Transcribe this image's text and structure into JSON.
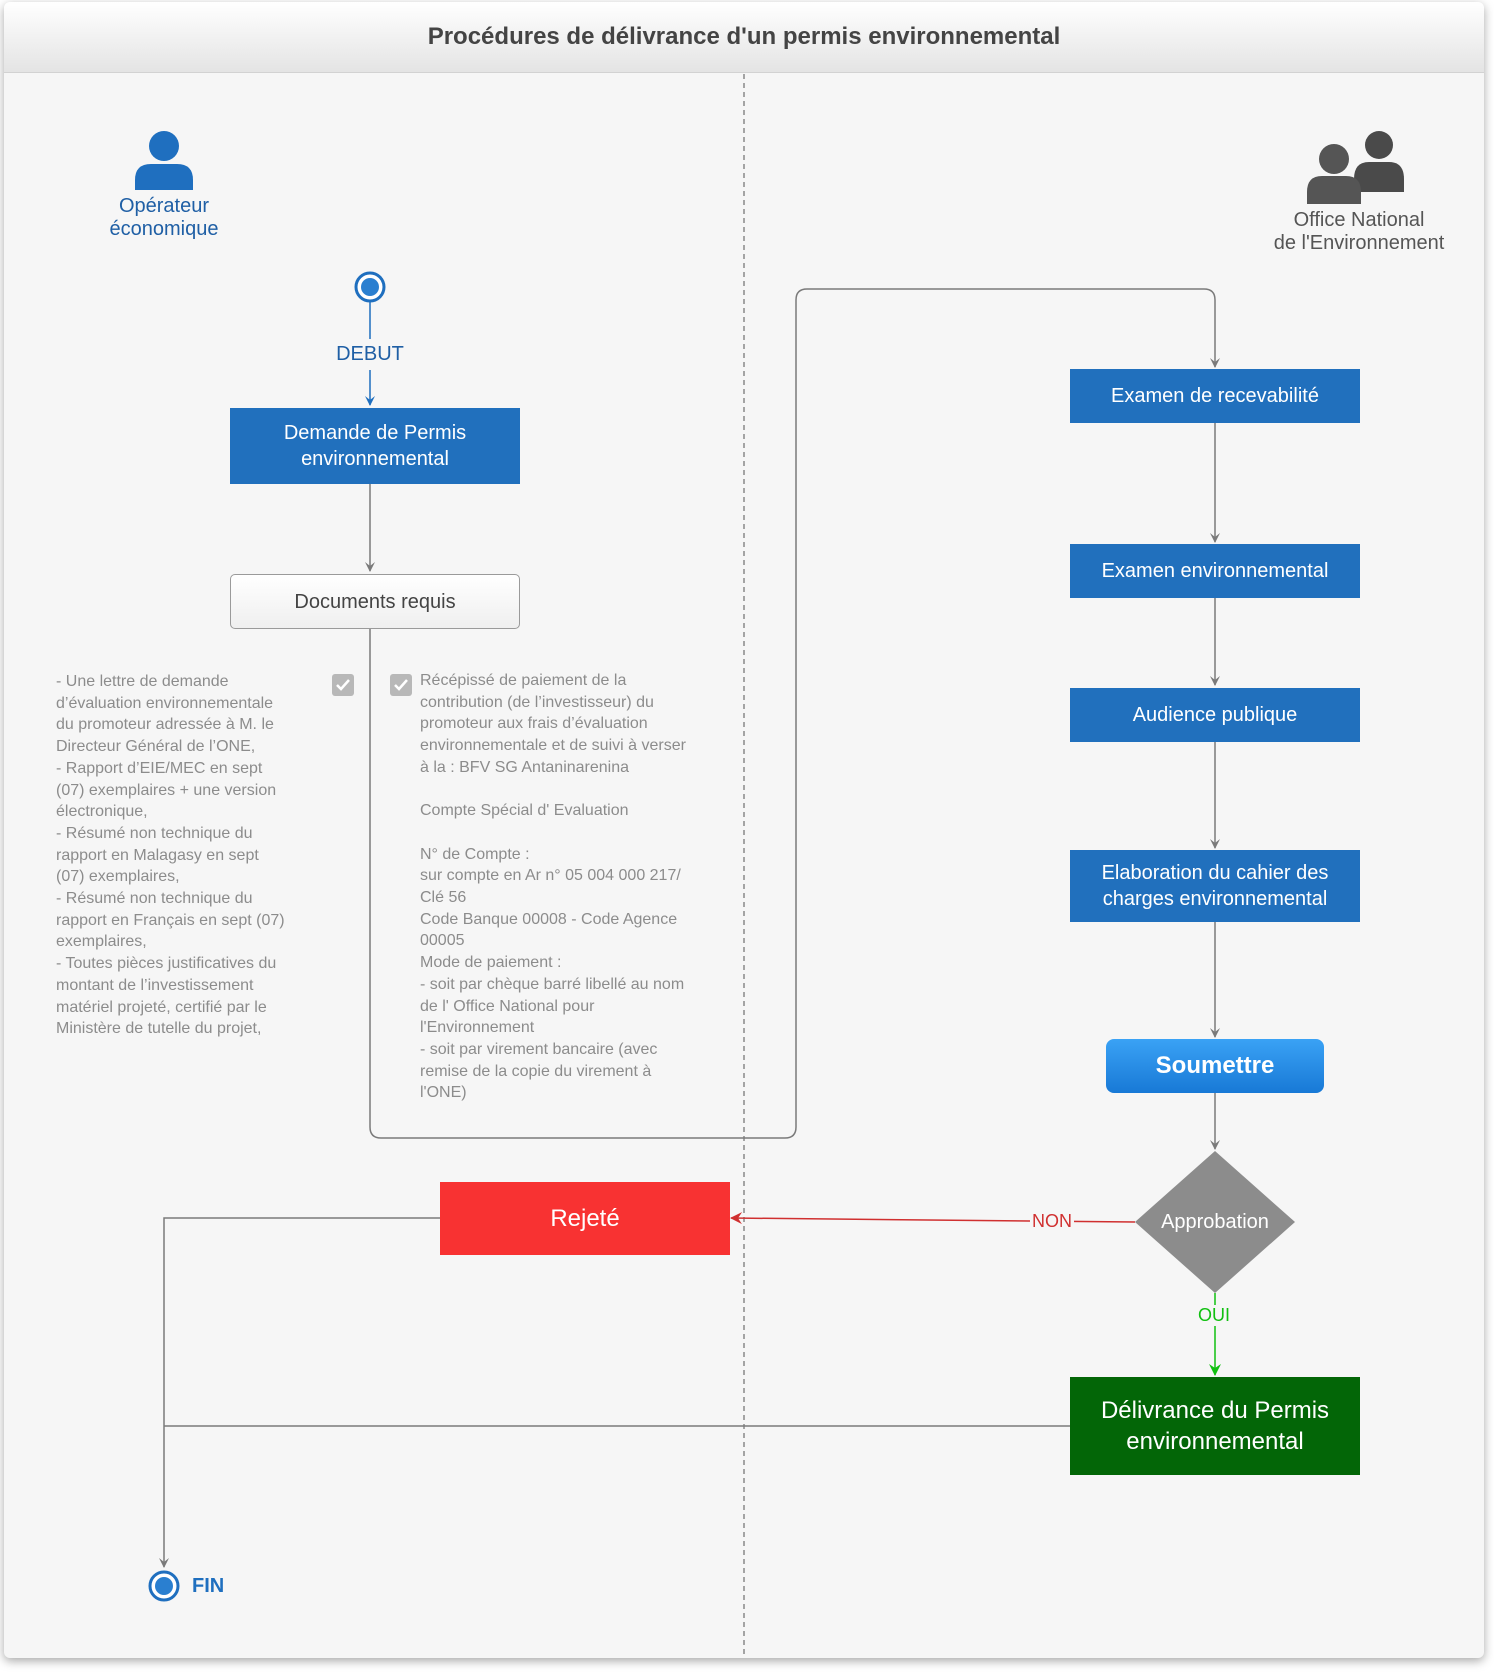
{
  "title": "Procédures de délivrance d'un permis environnemental",
  "lanes": {
    "left": {
      "label": "Opérateur\néconomique",
      "icon": "user-icon"
    },
    "right": {
      "label": "Office National\nde l'Environnement",
      "icon": "users-group-icon"
    }
  },
  "nodes": {
    "start_label": "DEBUT",
    "demande": "Demande de Permis environnemental",
    "documents": "Documents requis",
    "recevabilite": "Examen de recevabilité",
    "examen_env": "Examen environnemental",
    "audience": "Audience publique",
    "cahier": "Elaboration du cahier des charges environnemental",
    "soumettre": "Soumettre",
    "approbation": "Approbation",
    "rejete": "Rejeté",
    "delivrance": "Délivrance du Permis environnemental",
    "end_label": "FIN"
  },
  "edge_labels": {
    "non": "NON",
    "oui": "OUI"
  },
  "notes": {
    "left": "- Une lettre de demande\nd’évaluation environnementale\ndu promoteur adressée à M. le\nDirecteur Général de l’ONE,\n- Rapport d’EIE/MEC en sept\n(07) exemplaires + une version\nélectronique,\n- Résumé non technique du\nrapport en Malagasy en sept\n(07) exemplaires,\n- Résumé non technique du\nrapport en Français en sept (07)\nexemplaires,\n- Toutes pièces justificatives du\nmontant de l’investissement\nmatériel projeté, certifié par le\nMinistère de tutelle du projet,",
    "right": "Récépissé de paiement de la\ncontribution (de l’investisseur) du\npromoteur aux frais d’évaluation\nenvironnementale et de suivi à verser\nà la : BFV SG Antaninarenina\n\nCompte Spécial d' Evaluation\n\nN° de Compte :\nsur compte en Ar n° 05 004 000 217/\nClé 56\nCode Banque 00008 - Code Agence\n00005\nMode de paiement :\n- soit par chèque barré libellé au nom\nde l' Office National pour\nl'Environnement\n- soit par virement bancaire (avec\nremise de la copie du virement à\nl'ONE)"
  },
  "colors": {
    "process_blue": "#2170bd",
    "reject_red": "#f83232",
    "deliver_green": "#036607",
    "decision_gray": "#8c8c8c",
    "connector_gray": "#7a7a7a",
    "no_red": "#d03030",
    "yes_green": "#10c010",
    "label_blue": "#1f5fa5"
  }
}
